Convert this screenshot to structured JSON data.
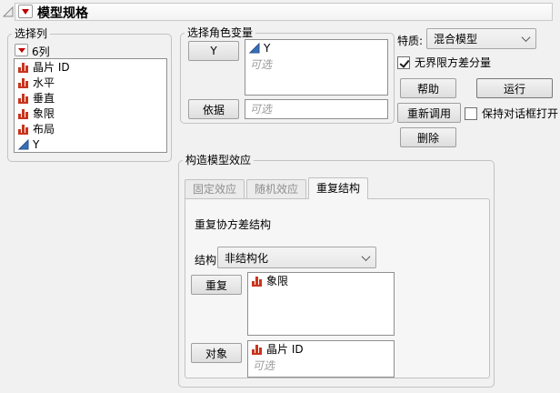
{
  "window": {
    "title": "模型规格"
  },
  "select_columns": {
    "label": "选择列",
    "count_label": "6列",
    "items": [
      {
        "name": "晶片 ID",
        "type": "nominal"
      },
      {
        "name": "水平",
        "type": "nominal"
      },
      {
        "name": "垂直",
        "type": "nominal"
      },
      {
        "name": "象限",
        "type": "nominal"
      },
      {
        "name": "布局",
        "type": "nominal"
      },
      {
        "name": "Y",
        "type": "continuous"
      }
    ]
  },
  "roles": {
    "label": "选择角色变量",
    "y_button": "Y",
    "y_items": [
      {
        "name": "Y",
        "type": "continuous"
      }
    ],
    "optional_placeholder": "可选",
    "by_button": "依据"
  },
  "personality": {
    "label": "特质:",
    "selected": "混合模型",
    "unbounded_label": "无界限方差分量",
    "unbounded_checked": true,
    "help_button": "帮助",
    "run_button": "运行",
    "recall_button": "重新调用",
    "keep_open_label": "保持对话框打开",
    "keep_open_checked": false,
    "remove_button": "删除"
  },
  "effects": {
    "label": "构造模型效应",
    "tabs": [
      {
        "label": "固定效应",
        "active": false
      },
      {
        "label": "随机效应",
        "active": false
      },
      {
        "label": "重复结构",
        "active": true
      }
    ],
    "repeated": {
      "title": "重复协方差结构",
      "structure_label": "结构",
      "structure_value": "非结构化",
      "repeated_button": "重复",
      "repeated_items": [
        {
          "name": "象限",
          "type": "nominal"
        }
      ],
      "subject_button": "对象",
      "subject_items": [
        {
          "name": "晶片 ID",
          "type": "nominal"
        }
      ],
      "optional_placeholder": "可选"
    }
  },
  "icons": {
    "nominal": "histogram-icon",
    "continuous": "triangle-icon",
    "hotspot": "red-triangle-icon",
    "disclosure": "collapse-triangle-icon",
    "dropdown": "chevron-down-icon"
  },
  "colors": {
    "nominal_icon": "#C8351E",
    "continuous_icon": "#3A70B7",
    "hotspot_red": "#C00000",
    "window_bg": "#F1F1F1"
  }
}
